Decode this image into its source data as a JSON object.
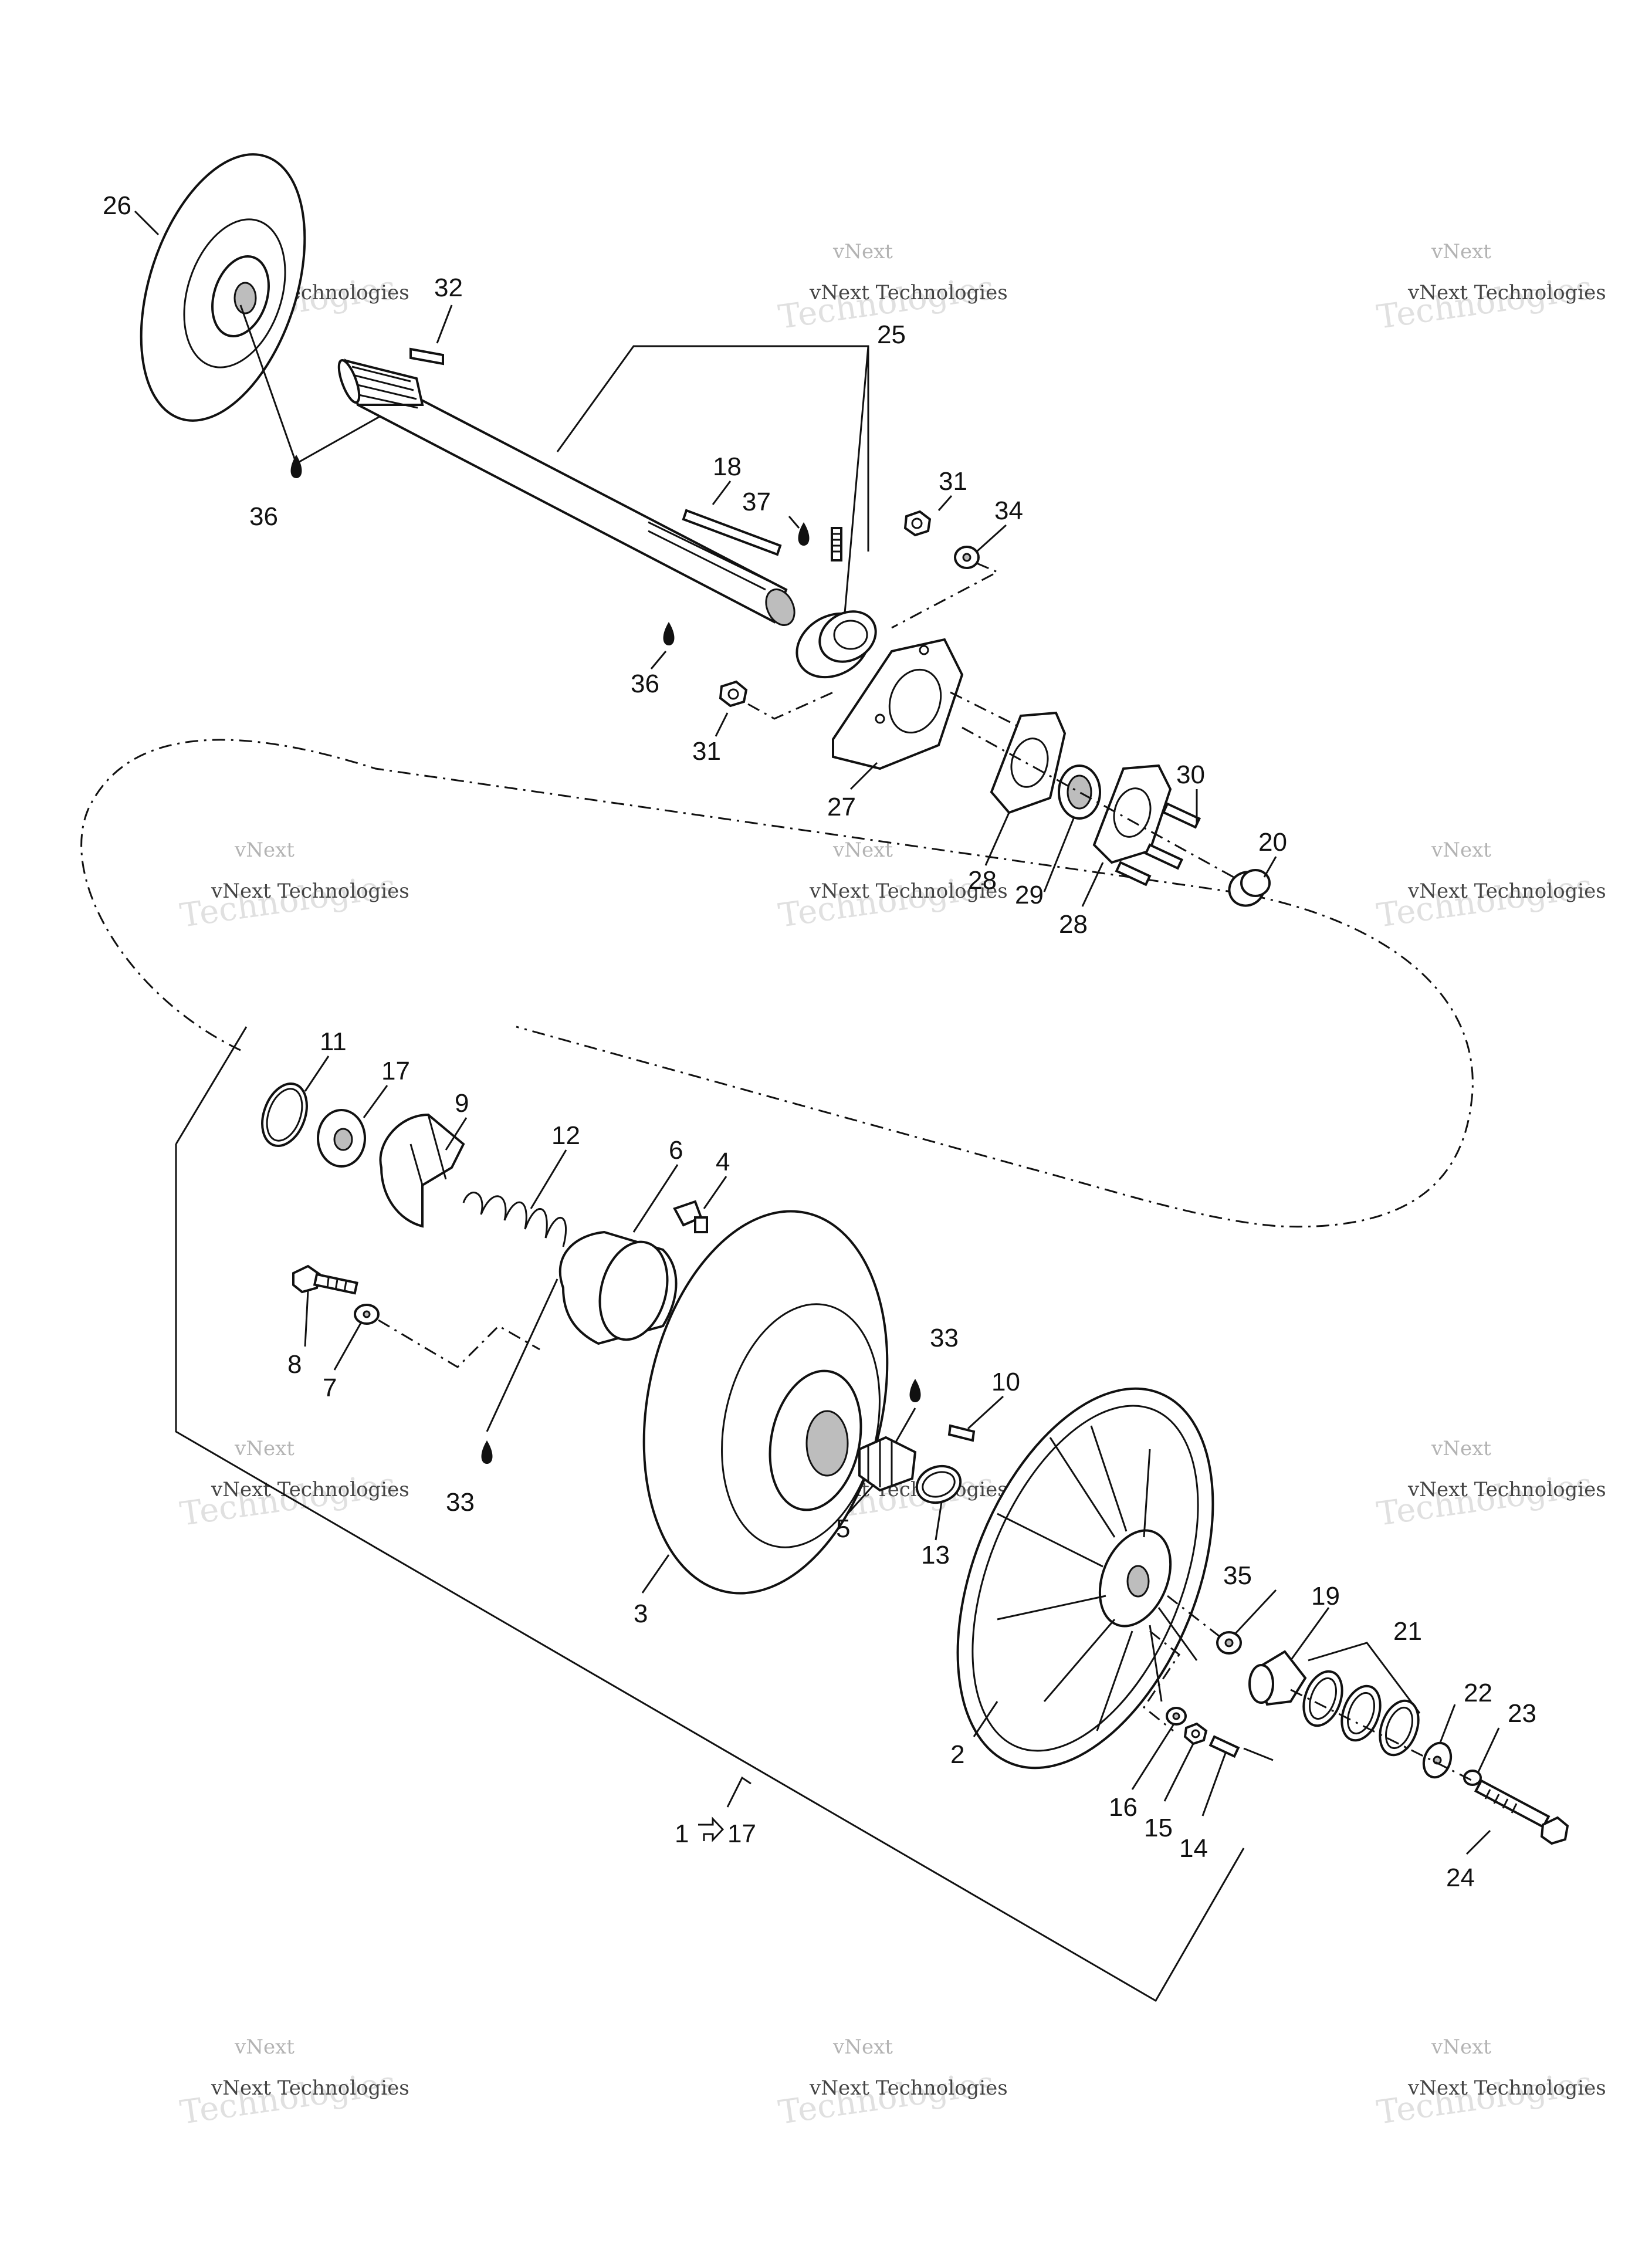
{
  "watermark": {
    "line1": "vNext",
    "line2": "Technologies",
    "line3": "vNext Technologies"
  },
  "callouts": {
    "c1": "1",
    "c1_to": "17",
    "c2": "2",
    "c3": "3",
    "c4": "4",
    "c5": "5",
    "c6": "6",
    "c7": "7",
    "c8": "8",
    "c9": "9",
    "c10": "10",
    "c11": "11",
    "c12": "12",
    "c13": "13",
    "c14": "14",
    "c15": "15",
    "c16": "16",
    "c17": "17",
    "c18": "18",
    "c19": "19",
    "c20": "20",
    "c21": "21",
    "c22": "22",
    "c23": "23",
    "c24": "24",
    "c25": "25",
    "c26": "26",
    "c27": "27",
    "c28": "28",
    "c29": "29",
    "c30": "30",
    "c31": "31",
    "c32": "32",
    "c33": "33",
    "c34": "34",
    "c35": "35",
    "c36": "36",
    "c37": "37"
  },
  "colors": {
    "line": "#111111",
    "shade": "#bdbdbd",
    "watermark": "#c8c8c8"
  }
}
